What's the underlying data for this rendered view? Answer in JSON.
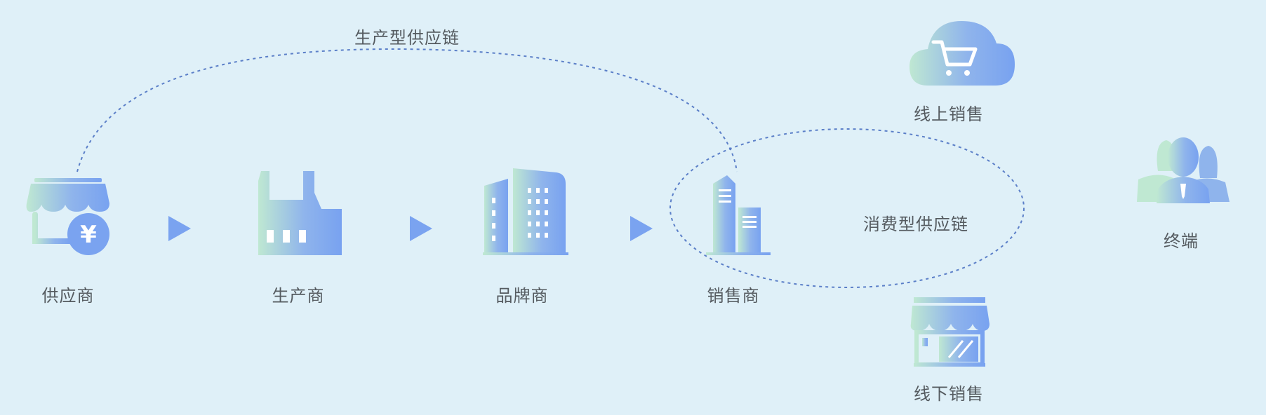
{
  "arc": {
    "label": "生产型供应链"
  },
  "ellipse": {
    "label": "消费型供应链"
  },
  "nodes": {
    "supplier": {
      "label": "供应商",
      "symbol": "¥"
    },
    "manufacturer": {
      "label": "生产商"
    },
    "brand": {
      "label": "品牌商"
    },
    "retailer": {
      "label": "销售商"
    },
    "online": {
      "label": "线上销售"
    },
    "offline": {
      "label": "线下销售"
    },
    "terminal": {
      "label": "终端"
    }
  },
  "colors": {
    "background": "#dff0f8",
    "gradient_start": "#b7e4cf",
    "gradient_end": "#7aa3f0",
    "arrow": "#7aa3f0",
    "dashed_line": "#5b7fc8",
    "text": "#555b60"
  },
  "icons": {
    "supplier": "store-yen-icon",
    "manufacturer": "factory-icon",
    "brand": "office-building-icon",
    "retailer": "tower-building-icon",
    "online": "cloud-cart-icon",
    "offline": "storefront-icon",
    "terminal": "user-group-icon"
  }
}
